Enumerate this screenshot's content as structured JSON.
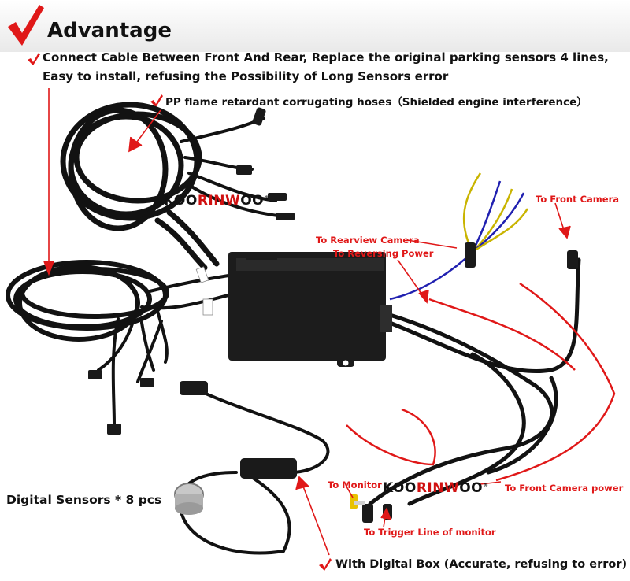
{
  "header": {
    "title": "Advantage",
    "line1": "Connect Cable Between Front And  Rear,  Replace the original parking sensors 4 lines,",
    "line2": "Easy to install, refusing the Possibility of Long Sensors error",
    "hoses_note": "PP flame retardant corrugating hoses（Shielded engine interference）"
  },
  "brand": {
    "part1": "KOO",
    "part2": "RINW",
    "part3": "OO",
    "mark": "®"
  },
  "labels": {
    "front_camera": "To Front Camera",
    "rearview_camera": "To Rearview Camera",
    "reversing_power": "To Reversing Power",
    "monitor": "To Monitor",
    "front_camera_power": "To Front Camera power",
    "trigger_line": "To Trigger Line of monitor"
  },
  "footer": {
    "sensors": "Digital Sensors * 8 pcs",
    "digital_box": "With Digital Box (Accurate, refusing to error)"
  },
  "colors": {
    "accent": "#e01818",
    "text": "#111111",
    "box": "#1a1a1a",
    "cable": "#121212"
  }
}
